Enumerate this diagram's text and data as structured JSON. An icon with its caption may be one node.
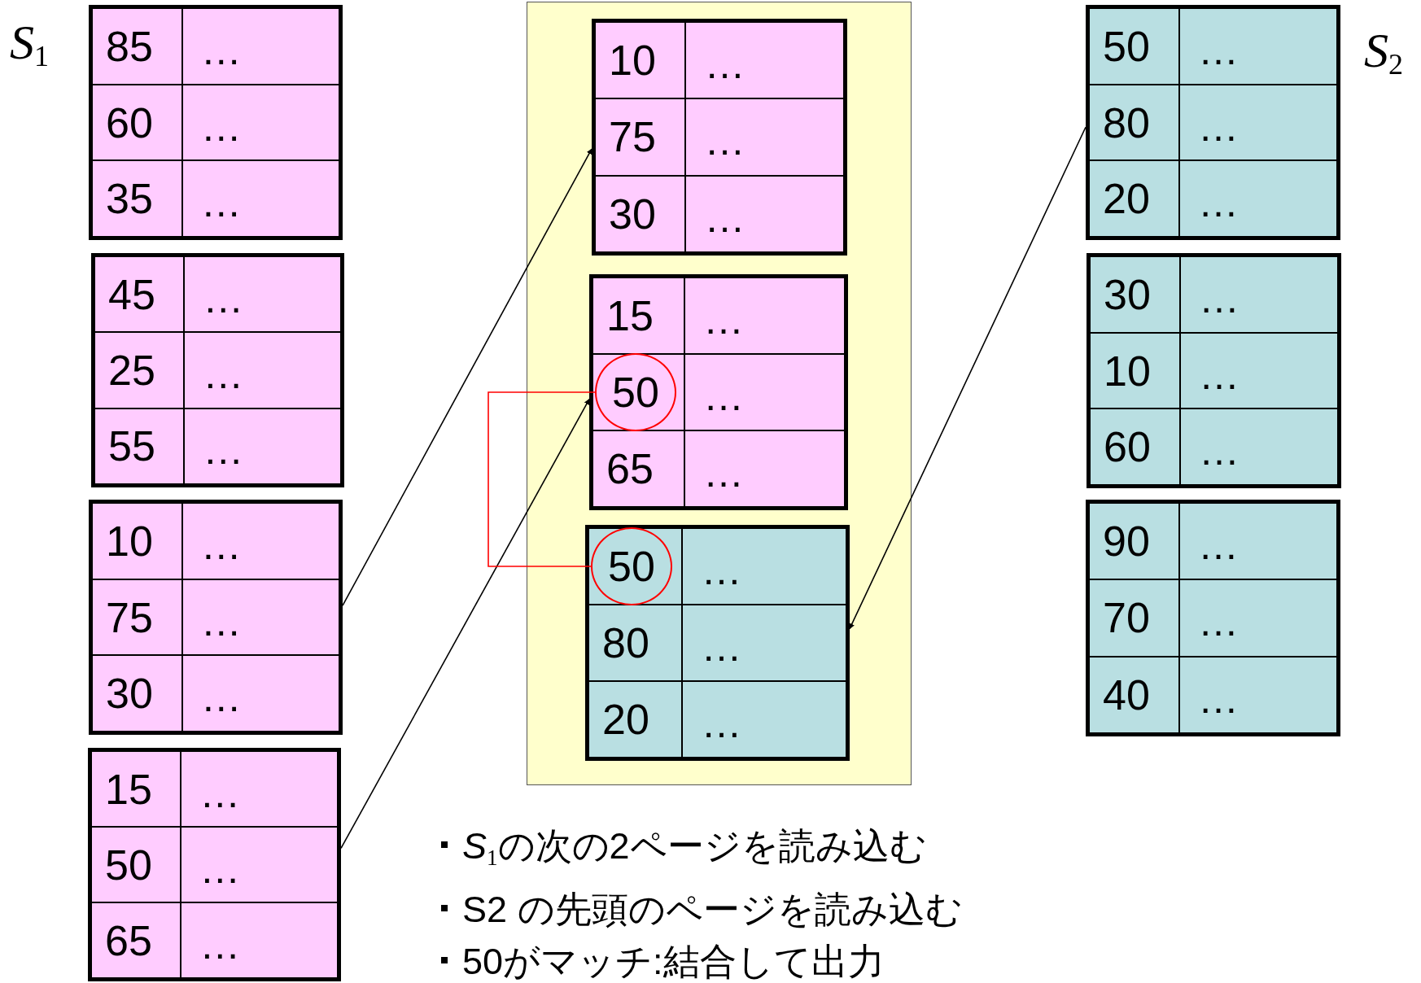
{
  "diagram": {
    "nodes": [
      {
        "text": [],
        "shape": "box"
      },
      {
        "text": [
          "85",
          "…"
        ],
        "in": 0
      },
      {
        "text": [
          "60",
          "…"
        ],
        "in": 0
      },
      {
        "text": [
          "35",
          "…"
        ],
        "in": 0
      },
      {
        "text": [],
        "shape": "box"
      },
      {
        "text": [
          "45",
          "…"
        ],
        "in": 4
      },
      {
        "text": [
          "25",
          "…"
        ],
        "in": 4
      },
      {
        "text": [
          "55",
          "…"
        ],
        "in": 4
      },
      {
        "text": [],
        "shape": "box"
      },
      {
        "text": [
          "10",
          "…"
        ],
        "in": 8
      },
      {
        "text": [
          "75",
          "…"
        ],
        "in": 8
      },
      {
        "text": [
          "30",
          "…"
        ],
        "in": 8
      },
      {
        "text": [],
        "shape": "box"
      },
      {
        "text": [
          "15",
          "…"
        ],
        "in": 12
      },
      {
        "text": [
          "50",
          "…"
        ],
        "in": 12
      },
      {
        "text": [
          "65",
          "…"
        ],
        "in": 12
      },
      {
        "text": [],
        "shape": "box"
      },
      {
        "text": [],
        "shape": "box",
        "in": 16
      },
      {
        "text": [
          "10",
          "…"
        ],
        "in": 17
      },
      {
        "text": [
          "75",
          "…"
        ],
        "in": 17
      },
      {
        "text": [
          "30",
          "…"
        ],
        "in": 17
      },
      {
        "text": [],
        "shape": "box",
        "in": 16
      },
      {
        "text": [
          "15",
          "…"
        ],
        "in": 21
      },
      {
        "text": [
          "…"
        ],
        "in": 21
      },
      {
        "text": [
          "50"
        ],
        "in": 23
      },
      {
        "text": [
          "65",
          "…"
        ],
        "in": 21
      },
      {
        "text": [],
        "shape": "box",
        "in": 16
      },
      {
        "text": [
          "…"
        ],
        "in": 26
      },
      {
        "text": [
          "50"
        ],
        "in": 27
      },
      {
        "text": [
          "80",
          "…"
        ],
        "in": 26
      },
      {
        "text": [
          "20",
          "…"
        ],
        "in": 26
      },
      {
        "text": [],
        "shape": "box"
      },
      {
        "text": [
          "50",
          "…"
        ],
        "in": 31
      },
      {
        "text": [
          "80",
          "…"
        ],
        "in": 31
      },
      {
        "text": [
          "20",
          "…"
        ],
        "in": 31
      },
      {
        "text": [],
        "shape": "box"
      },
      {
        "text": [
          "30",
          "…"
        ],
        "in": 35
      },
      {
        "text": [
          "10",
          "…"
        ],
        "in": 35
      },
      {
        "text": [
          "60",
          "…"
        ],
        "in": 35
      },
      {
        "text": [],
        "shape": "box"
      },
      {
        "text": [
          "90",
          "…"
        ],
        "in": 39
      },
      {
        "text": [
          "70",
          "…"
        ],
        "in": 39
      },
      {
        "text": [
          "40",
          "…"
        ],
        "in": 39
      }
    ],
    "edges": [
      {
        "from": 8,
        "to": 17,
        "arrow": "to"
      },
      {
        "from": 12,
        "to": 21,
        "arrow": "to"
      },
      {
        "from": 31,
        "to": 26,
        "arrow": "to"
      },
      {
        "from": 24,
        "to": 28,
        "arrow": "none",
        "color": "#ff0000"
      }
    ],
    "labels": [
      "*S*$_{1}$",
      "*S*$_{2}$",
      "*S*$_{1}$の次の2ページを読み込む",
      "S2 の先頭のページを読み込む",
      "50がマッチ:結合して出力"
    ]
  }
}
